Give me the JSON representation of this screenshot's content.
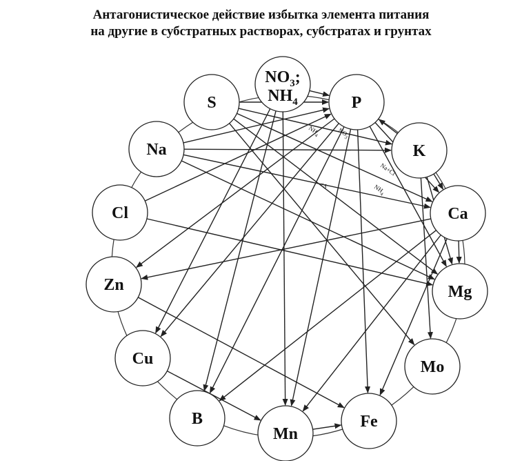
{
  "title": {
    "line1": "Антагонистическое действие избытка элемента питания",
    "line2": "на другие в субстратных растворах, субстратах и грунтах"
  },
  "nodes": [
    {
      "id": "NO3",
      "label_main": "NO",
      "label_sub": "3",
      "label_suffix": ";",
      "label2_main": "NH",
      "label2_sub": "4"
    },
    {
      "id": "S",
      "label": "S"
    },
    {
      "id": "P",
      "label": "P"
    },
    {
      "id": "Na",
      "label": "Na"
    },
    {
      "id": "K",
      "label": "K"
    },
    {
      "id": "Cl",
      "label": "Cl"
    },
    {
      "id": "Ca",
      "label": "Ca"
    },
    {
      "id": "Zn",
      "label": "Zn"
    },
    {
      "id": "Mg",
      "label": "Mg"
    },
    {
      "id": "Cu",
      "label": "Cu"
    },
    {
      "id": "Mo",
      "label": "Mo"
    },
    {
      "id": "B",
      "label": "B"
    },
    {
      "id": "Mn",
      "label": "Mn"
    },
    {
      "id": "Fe",
      "label": "Fe"
    }
  ],
  "edges": [
    {
      "from": "NO3",
      "to": "P"
    },
    {
      "from": "NO3",
      "to": "Cu"
    },
    {
      "from": "NO3",
      "to": "B"
    },
    {
      "from": "NO3",
      "to": "Mn"
    },
    {
      "from": "S",
      "to": "K"
    },
    {
      "from": "S",
      "to": "Ca"
    },
    {
      "from": "S",
      "to": "Mg"
    },
    {
      "from": "S",
      "to": "Mo"
    },
    {
      "from": "S",
      "to": "P"
    },
    {
      "from": "Na",
      "to": "P"
    },
    {
      "from": "Na",
      "to": "K"
    },
    {
      "from": "Na",
      "to": "Ca"
    },
    {
      "from": "Na",
      "to": "Mg"
    },
    {
      "from": "Cl",
      "to": "P"
    },
    {
      "from": "Cl",
      "to": "Mg"
    },
    {
      "from": "P",
      "to": "Zn"
    },
    {
      "from": "P",
      "to": "Cu"
    },
    {
      "from": "P",
      "to": "B"
    },
    {
      "from": "P",
      "to": "Mn"
    },
    {
      "from": "P",
      "to": "Fe"
    },
    {
      "from": "P",
      "to": "Ca"
    },
    {
      "from": "P",
      "to": "Mg"
    },
    {
      "from": "K",
      "to": "Ca"
    },
    {
      "from": "K",
      "to": "Mg"
    },
    {
      "from": "K",
      "to": "Mo"
    },
    {
      "from": "K",
      "to": "P"
    },
    {
      "from": "Ca",
      "to": "Zn"
    },
    {
      "from": "Ca",
      "to": "B"
    },
    {
      "from": "Ca",
      "to": "Mn"
    },
    {
      "from": "Ca",
      "to": "Fe"
    },
    {
      "from": "Ca",
      "to": "Mg"
    },
    {
      "from": "Zn",
      "to": "Fe"
    },
    {
      "from": "Cu",
      "to": "Mn"
    },
    {
      "from": "Mn",
      "to": "Fe"
    }
  ],
  "edge_labels": [
    {
      "text": "NH4",
      "main": "NH",
      "sub": "4"
    },
    {
      "text": "NO3",
      "main": "NO",
      "sub": "3"
    },
    {
      "text": "Na+Cl",
      "main": "Na+Cl",
      "sub": ""
    },
    {
      "text": "+S",
      "main": "+S",
      "sub": ""
    },
    {
      "text": "NH4",
      "main": "NH",
      "sub": "4"
    }
  ]
}
